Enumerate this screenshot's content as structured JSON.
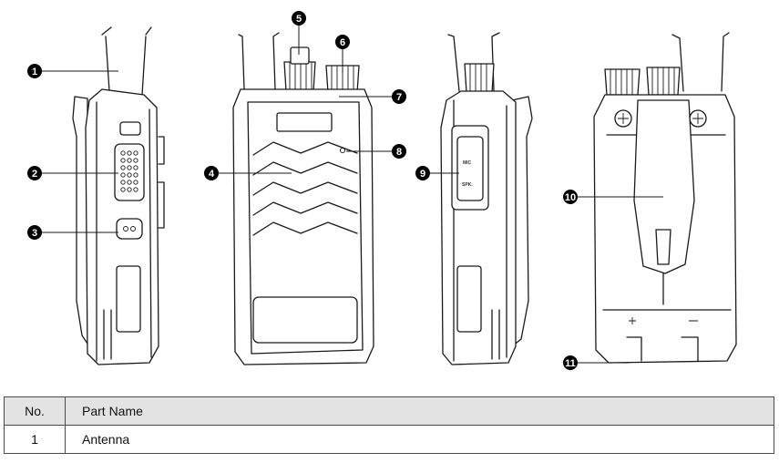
{
  "callouts": [
    "1",
    "2",
    "3",
    "4",
    "5",
    "6",
    "7",
    "8",
    "9",
    "10",
    "11"
  ],
  "radio_labels": {
    "mic": "MIC",
    "spk": "SPK."
  },
  "table": {
    "headers": {
      "no": "No.",
      "name": "Part Name"
    },
    "rows": [
      {
        "no": "1",
        "name": "Antenna"
      }
    ]
  }
}
